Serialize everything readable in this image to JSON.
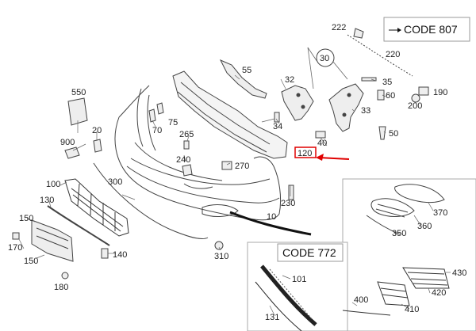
{
  "labels": {
    "p10": "10",
    "p20": "20",
    "p30": "30",
    "p32": "32",
    "p33": "33",
    "p34": "34",
    "p35": "35",
    "p40": "40",
    "p50": "50",
    "p55": "55",
    "p60": "60",
    "p70": "70",
    "p75": "75",
    "p100": "100",
    "p101": "101",
    "p120": "120",
    "p130": "130",
    "p131": "131",
    "p140": "140",
    "p150a": "150",
    "p150b": "150",
    "p170": "170",
    "p180": "180",
    "p190": "190",
    "p200": "200",
    "p220": "220",
    "p222": "222",
    "p230": "230",
    "p240": "240",
    "p265": "265",
    "p270": "270",
    "p300": "300",
    "p310": "310",
    "p350": "350",
    "p360": "360",
    "p370": "370",
    "p400": "400",
    "p410": "410",
    "p420": "420",
    "p430": "430",
    "p550": "550",
    "p900": "900"
  },
  "codes": {
    "code807": "CODE 807",
    "code772": "CODE 772"
  },
  "highlight_color": "#e00000"
}
